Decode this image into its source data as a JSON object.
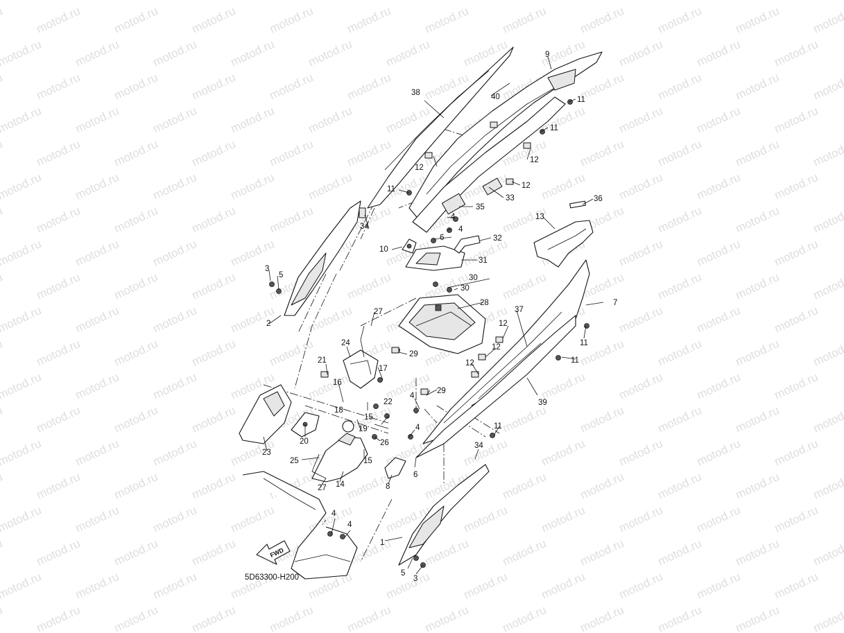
{
  "diagram": {
    "watermark": "motod.ru",
    "code": "5D63300-H200",
    "fwd_label": "FWD",
    "callouts": [
      {
        "id": "c1",
        "text": "1"
      },
      {
        "id": "c2",
        "text": "2"
      },
      {
        "id": "c3a",
        "text": "3"
      },
      {
        "id": "c3b",
        "text": "3"
      },
      {
        "id": "c4a",
        "text": "4"
      },
      {
        "id": "c4b",
        "text": "4"
      },
      {
        "id": "c4c",
        "text": "4"
      },
      {
        "id": "c4d",
        "text": "4"
      },
      {
        "id": "c4e",
        "text": "4"
      },
      {
        "id": "c4f",
        "text": "4"
      },
      {
        "id": "c5a",
        "text": "5"
      },
      {
        "id": "c5b",
        "text": "5"
      },
      {
        "id": "c6a",
        "text": "6"
      },
      {
        "id": "c6b",
        "text": "6"
      },
      {
        "id": "c7",
        "text": "7"
      },
      {
        "id": "c8",
        "text": "8"
      },
      {
        "id": "c9",
        "text": "9"
      },
      {
        "id": "c10",
        "text": "10"
      },
      {
        "id": "c11a",
        "text": "11"
      },
      {
        "id": "c11b",
        "text": "11"
      },
      {
        "id": "c11c",
        "text": "11"
      },
      {
        "id": "c11d",
        "text": "11"
      },
      {
        "id": "c11e",
        "text": "11"
      },
      {
        "id": "c11f",
        "text": "11"
      },
      {
        "id": "c12a",
        "text": "12"
      },
      {
        "id": "c12b",
        "text": "12"
      },
      {
        "id": "c12c",
        "text": "12"
      },
      {
        "id": "c12d",
        "text": "12"
      },
      {
        "id": "c12e",
        "text": "12"
      },
      {
        "id": "c12f",
        "text": "12"
      },
      {
        "id": "c13",
        "text": "13"
      },
      {
        "id": "c14",
        "text": "14"
      },
      {
        "id": "c15a",
        "text": "15"
      },
      {
        "id": "c15b",
        "text": "15"
      },
      {
        "id": "c16",
        "text": "16"
      },
      {
        "id": "c17",
        "text": "17"
      },
      {
        "id": "c18",
        "text": "18"
      },
      {
        "id": "c19",
        "text": "19"
      },
      {
        "id": "c20",
        "text": "20"
      },
      {
        "id": "c21",
        "text": "21"
      },
      {
        "id": "c22",
        "text": "22"
      },
      {
        "id": "c23",
        "text": "23"
      },
      {
        "id": "c24",
        "text": "24"
      },
      {
        "id": "c25",
        "text": "25"
      },
      {
        "id": "c26",
        "text": "26"
      },
      {
        "id": "c27a",
        "text": "27"
      },
      {
        "id": "c27b",
        "text": "27"
      },
      {
        "id": "c28",
        "text": "28"
      },
      {
        "id": "c29a",
        "text": "29"
      },
      {
        "id": "c29b",
        "text": "29"
      },
      {
        "id": "c30a",
        "text": "30"
      },
      {
        "id": "c30b",
        "text": "30"
      },
      {
        "id": "c31",
        "text": "31"
      },
      {
        "id": "c32",
        "text": "32"
      },
      {
        "id": "c33",
        "text": "33"
      },
      {
        "id": "c34a",
        "text": "34"
      },
      {
        "id": "c34b",
        "text": "34"
      },
      {
        "id": "c35",
        "text": "35"
      },
      {
        "id": "c36",
        "text": "36"
      },
      {
        "id": "c37",
        "text": "37"
      },
      {
        "id": "c38",
        "text": "38"
      },
      {
        "id": "c39",
        "text": "39"
      },
      {
        "id": "c40",
        "text": "40"
      }
    ]
  }
}
